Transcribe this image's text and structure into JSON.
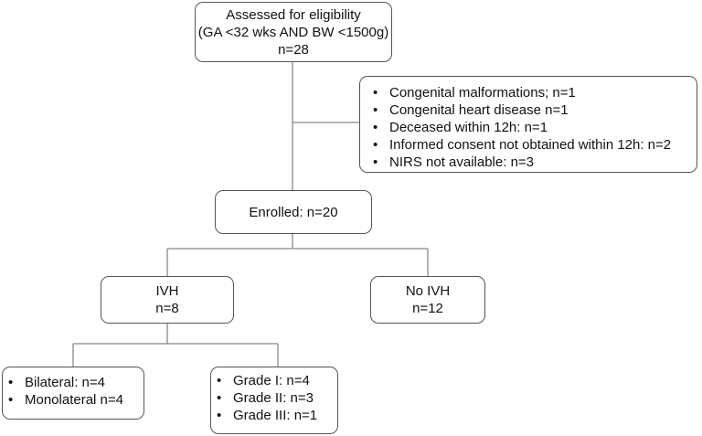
{
  "eligibility": {
    "lines": [
      "Assessed for eligibility",
      "(GA <32 wks AND BW <1500g)",
      "n=28"
    ]
  },
  "exclusions": {
    "items": [
      "Congenital malformations; n=1",
      "Congenital heart disease n=1",
      "Deceased within 12h: n=1",
      "Informed consent not obtained within 12h: n=2",
      "NIRS not available: n=3"
    ]
  },
  "enrolled": {
    "label": "Enrolled: n=20"
  },
  "ivh": {
    "lines": [
      "IVH",
      "n=8"
    ]
  },
  "no_ivh": {
    "lines": [
      "No IVH",
      "n=12"
    ]
  },
  "laterality": {
    "items": [
      "Bilateral: n=4",
      "Monolateral n=4"
    ]
  },
  "grade": {
    "items": [
      "Grade I: n=4",
      "Grade II: n=3",
      "Grade III: n=1"
    ]
  }
}
